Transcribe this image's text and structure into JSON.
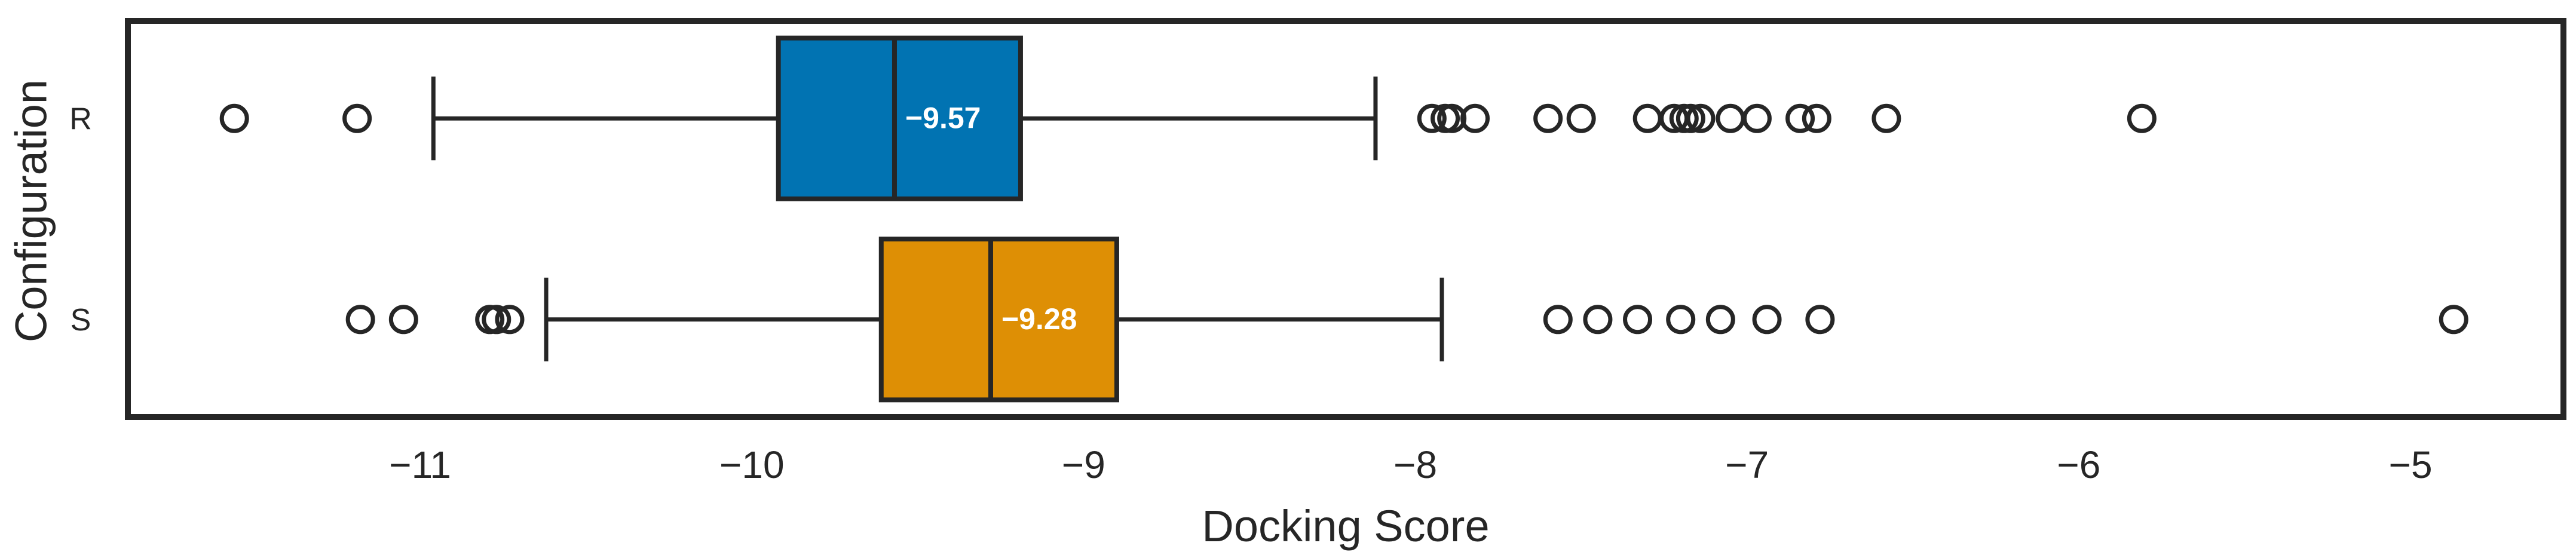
{
  "chart_data": {
    "type": "boxplot",
    "orientation": "horizontal",
    "title": "",
    "xlabel": "Docking Score",
    "ylabel": "Configuration",
    "xlim": [
      -11.89,
      -4.53
    ],
    "grid": false,
    "legend": "none",
    "categories": [
      "R",
      "S"
    ],
    "x_ticks": [
      {
        "value": -11,
        "label": "−11"
      },
      {
        "value": -10,
        "label": "−10"
      },
      {
        "value": -9,
        "label": "−9"
      },
      {
        "value": -8,
        "label": "−8"
      },
      {
        "value": -7,
        "label": "−7"
      },
      {
        "value": -6,
        "label": "−6"
      },
      {
        "value": -5,
        "label": "−5"
      }
    ],
    "series": [
      {
        "name": "R",
        "color": "#0173B2",
        "whisker_low": -10.96,
        "q1": -9.92,
        "median": -9.57,
        "q3": -9.19,
        "whisker_high": -8.12,
        "median_label": "−9.57",
        "outliers": [
          -11.56,
          -11.19,
          -7.95,
          -7.91,
          -7.89,
          -7.82,
          -7.6,
          -7.5,
          -7.3,
          -7.22,
          -7.19,
          -7.17,
          -7.14,
          -7.05,
          -6.97,
          -6.84,
          -6.79,
          -6.58,
          -5.81
        ]
      },
      {
        "name": "S",
        "color": "#DE8F05",
        "whisker_low": -10.62,
        "q1": -9.61,
        "median": -9.28,
        "q3": -8.9,
        "whisker_high": -7.92,
        "median_label": "−9.28",
        "outliers": [
          -11.18,
          -11.05,
          -10.79,
          -10.77,
          -10.73,
          -7.57,
          -7.45,
          -7.33,
          -7.2,
          -7.08,
          -6.94,
          -6.78,
          -4.87
        ]
      }
    ],
    "styles": {
      "line_color": "#262626",
      "text_color": "#262626",
      "median_text_color": "#ffffff",
      "background": "#ffffff"
    }
  }
}
